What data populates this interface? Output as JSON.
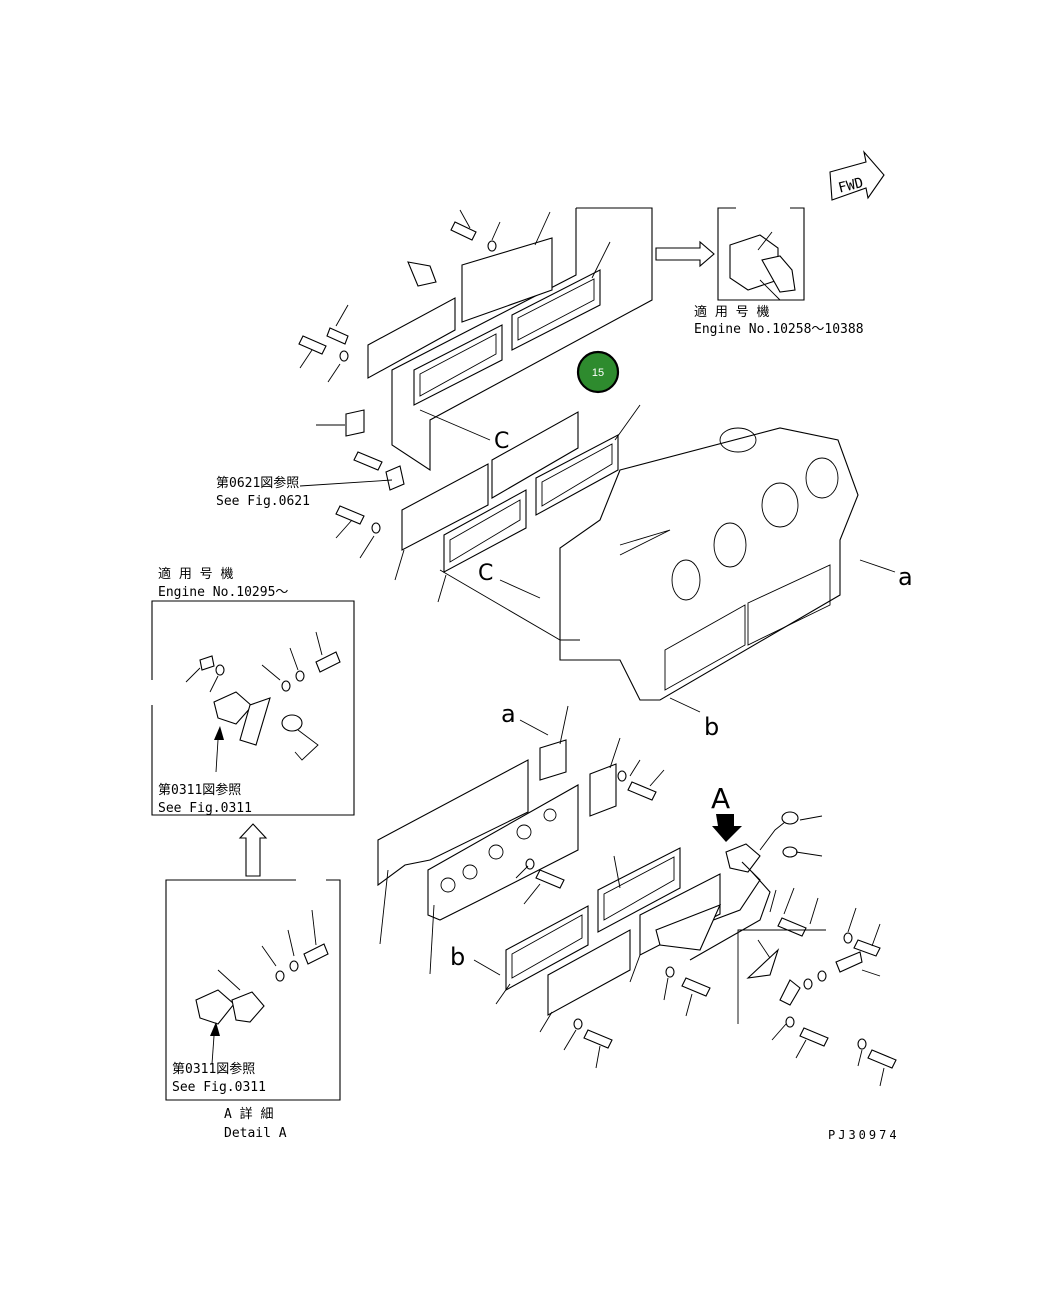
{
  "fwd_label": "FWD",
  "badge": {
    "number": "15",
    "color": "#2e8b2e",
    "ring_color": "#000000"
  },
  "top_note": {
    "jp": "適 用 号 機",
    "en": "Engine No.10258～10388"
  },
  "left_note": {
    "jp": "適 用 号 機",
    "en": "Engine No.10295～"
  },
  "see_0621": {
    "jp": "第0621図参照",
    "en": "See Fig.0621"
  },
  "see_0311_a": {
    "jp": "第0311図参照",
    "en": "See Fig.0311"
  },
  "see_0311_b": {
    "jp": "第0311図参照",
    "en": "See Fig.0311"
  },
  "detail": {
    "jp": "A 詳 細",
    "en": "Detail A"
  },
  "callouts": {
    "a1": "a",
    "a2": "a",
    "b1": "b",
    "b2": "b",
    "c1": "C",
    "c2": "C",
    "A": "A"
  },
  "drawing_number": "PJ30974"
}
